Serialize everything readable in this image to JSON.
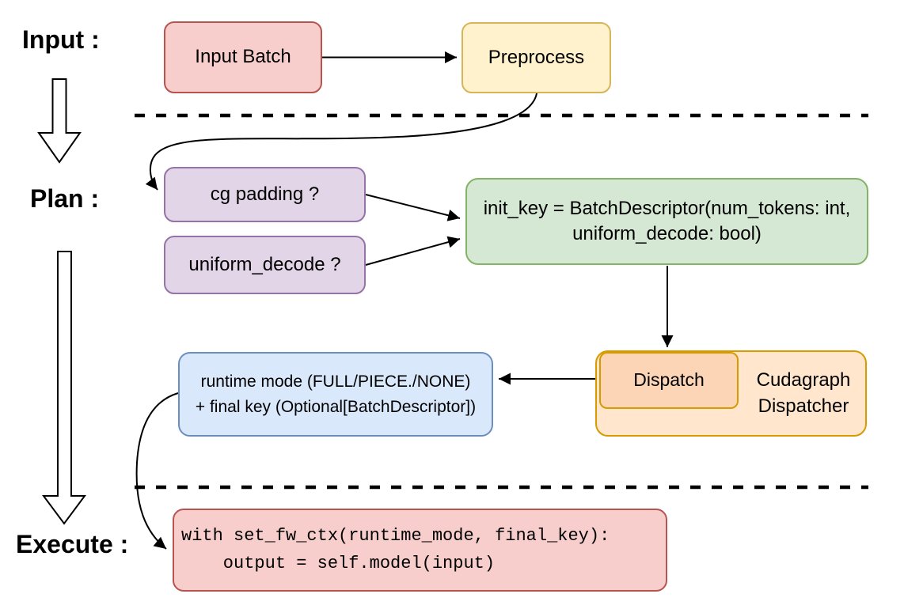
{
  "phase_labels": {
    "input": "Input :",
    "plan": "Plan :",
    "execute": "Execute :"
  },
  "nodes": {
    "input_batch": {
      "label": "Input Batch",
      "fill": "#F8CECC",
      "border": "#B85450"
    },
    "preprocess": {
      "label": "Preprocess",
      "fill": "#FFF2CC",
      "border": "#D6B656"
    },
    "cg_padding": {
      "label": "cg padding ?",
      "fill": "#E1D5E7",
      "border": "#9673A6"
    },
    "uniform_decode": {
      "label": "uniform_decode ?",
      "fill": "#E1D5E7",
      "border": "#9673A6"
    },
    "init_key": {
      "line1": "init_key = BatchDescriptor(num_tokens: int,",
      "line2": "uniform_decode: bool)",
      "fill": "#D5E8D4",
      "border": "#82B366"
    },
    "dispatch": {
      "label": "Dispatch",
      "fill": "#FBD5B5",
      "border": "#D79B00"
    },
    "cudagraph_dispatcher": {
      "line1": "Cudagraph",
      "line2": "Dispatcher",
      "fill": "#FFE6CC",
      "border": "#D79B00"
    },
    "runtime_mode": {
      "line1": "runtime mode (FULL/PIECE./NONE)",
      "line2": "+ final key (Optional[BatchDescriptor])",
      "fill": "#DAE8FC",
      "border": "#6C8EBF"
    },
    "execute_code": {
      "line1": "with set_fw_ctx(runtime_mode, final_key):",
      "line2": "    output = self.model(input)",
      "fill": "#F8CECC",
      "border": "#B85450"
    }
  },
  "connector_color": "#000000",
  "divider_color": "#000000"
}
